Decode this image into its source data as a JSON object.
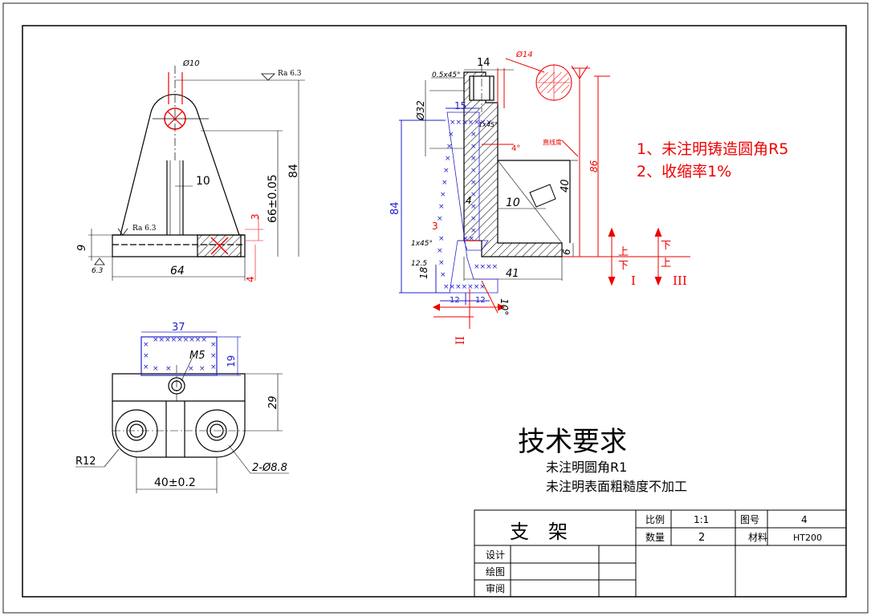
{
  "drawing": {
    "part_name": "支　架",
    "tech_req": {
      "title": "技术要求",
      "lines": [
        "未注明圆角R1",
        "未注明表面粗糙度不加工"
      ]
    },
    "casting_notes": [
      "1、未注明铸造圆角R5",
      "2、收缩率1%"
    ],
    "title_block": {
      "scale_label": "比例",
      "scale_value": "1:1",
      "drawing_no_label": "图号",
      "drawing_no_value": "4",
      "qty_label": "数量",
      "qty_value": "2",
      "material_label": "材料",
      "material_value": "HT200",
      "design_label": "设计",
      "draw_label": "绘图",
      "review_label": "审阅"
    }
  },
  "front_view": {
    "dim_hole": "Ø10",
    "roughness_top": "Ra 6.3",
    "dim_10": "10",
    "dim_3": "3",
    "dim_66": "66±0.05",
    "dim_84": "84",
    "dim_9": "9",
    "roughness_base": "Ra 6.3",
    "roughness_side": "6.3",
    "dim_64": "64",
    "dim_4": "4"
  },
  "top_view": {
    "dim_37": "37",
    "dim_m5": "M5",
    "dim_19": "19",
    "dim_29": "29",
    "dim_r12": "R12",
    "dim_40": "40±0.2",
    "dim_holes": "2-Ø8.8"
  },
  "section_view": {
    "dim_14": "14",
    "dim_chamfer_05": "0.5x45°",
    "dim_phi14": "Ø14",
    "dim_phi32": "Ø32",
    "dim_15": "15",
    "dim_chamfer_1": "1x45°",
    "dim_4deg": "4°",
    "dim_10": "10",
    "dim_40": "40",
    "dim_86": "86",
    "dim_84": "84",
    "dim_4": "4",
    "dim_3": "3",
    "dim_chamfer_1b": "1x45°",
    "dim_12_5": "12.5",
    "dim_18": "18",
    "dim_6": "6",
    "dim_41": "41",
    "dim_12a": "12",
    "dim_12b": "12",
    "dim_10deg": "10°",
    "label_shang": "上",
    "label_xia": "下",
    "label_I": "I",
    "label_II": "II",
    "label_III": "III",
    "note_straight": "直线度"
  }
}
